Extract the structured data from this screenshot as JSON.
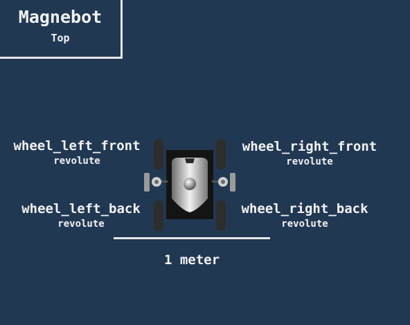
{
  "title": {
    "main": "Magnebot",
    "sub": "Top"
  },
  "joints": [
    {
      "name": "wheel_left_front",
      "type": "revolute"
    },
    {
      "name": "wheel_right_front",
      "type": "revolute"
    },
    {
      "name": "wheel_left_back",
      "type": "revolute"
    },
    {
      "name": "wheel_right_back",
      "type": "revolute"
    }
  ],
  "scale": {
    "label": "1 meter"
  },
  "colors": {
    "background": "#213853",
    "text": "#f2f2f2",
    "frame": "#e8e8e8"
  }
}
